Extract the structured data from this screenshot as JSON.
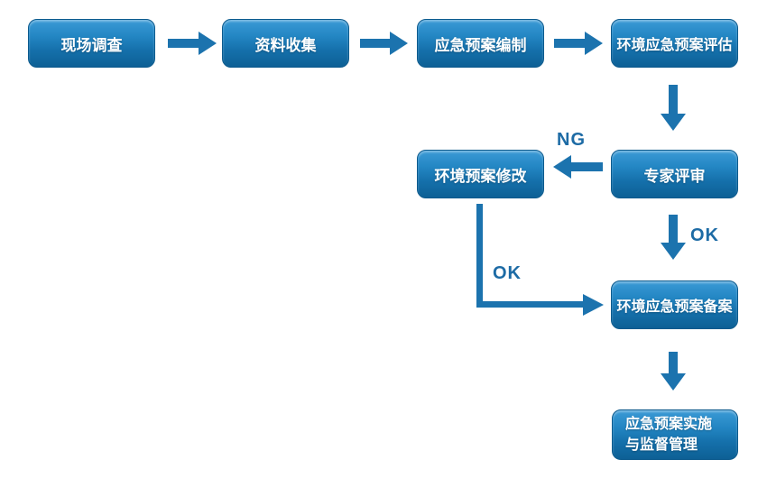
{
  "diagram": {
    "type": "flowchart",
    "background": "#ffffff",
    "colors": {
      "node_gradient_top": "#3b9ad6",
      "node_gradient_bottom": "#0d6095",
      "node_border": "#0c5a8d",
      "node_text": "#ffffff",
      "arrow": "#1c73ae",
      "edge_label_text": "#1d6ba5"
    },
    "nodes": [
      {
        "label": "现场调查"
      },
      {
        "label": "资料收集"
      },
      {
        "label": "应急预案编制"
      },
      {
        "label": "环境应急预案评估"
      },
      {
        "label": "环境预案修改"
      },
      {
        "label": "专家评审"
      },
      {
        "label": "环境应急预案备案"
      },
      {
        "label": "应急预案实施与监督管理",
        "line1": "应急预案实施",
        "line2": "与监督管理"
      }
    ],
    "edge_labels": {
      "ng": "NG",
      "ok_down": "OK",
      "ok_elbow": "OK"
    },
    "edges": [
      {
        "from": "现场调查",
        "to": "资料收集",
        "label": ""
      },
      {
        "from": "资料收集",
        "to": "应急预案编制",
        "label": ""
      },
      {
        "from": "应急预案编制",
        "to": "环境应急预案评估",
        "label": ""
      },
      {
        "from": "环境应急预案评估",
        "to": "专家评审",
        "label": ""
      },
      {
        "from": "专家评审",
        "to": "环境预案修改",
        "label": "NG"
      },
      {
        "from": "专家评审",
        "to": "环境应急预案备案",
        "label": "OK"
      },
      {
        "from": "环境预案修改",
        "to": "环境应急预案备案",
        "label": "OK"
      },
      {
        "from": "环境应急预案备案",
        "to": "应急预案实施与监督管理",
        "label": ""
      }
    ]
  }
}
